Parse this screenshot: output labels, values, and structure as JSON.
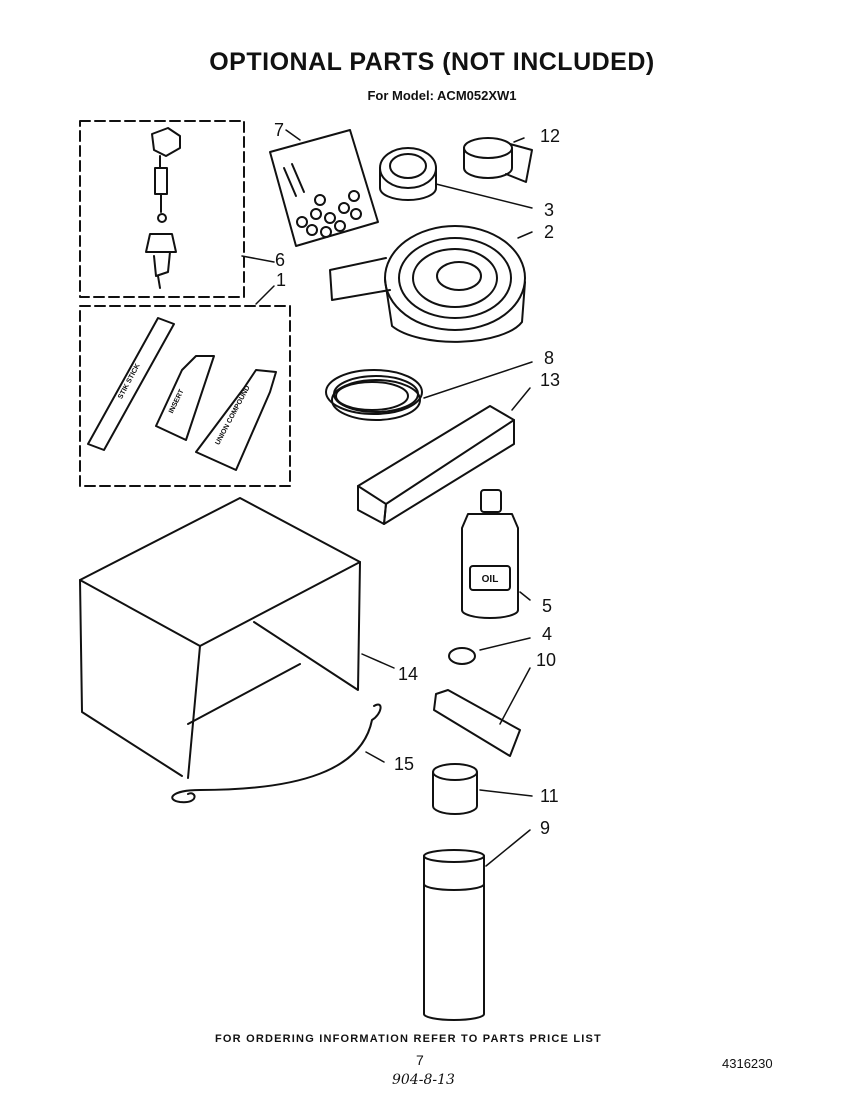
{
  "header": {
    "title": "OPTIONAL PARTS (NOT INCLUDED)",
    "model": "For Model: ACM052XW1"
  },
  "callouts": [
    "1",
    "2",
    "3",
    "4",
    "5",
    "6",
    "7",
    "8",
    "9",
    "10",
    "11",
    "12",
    "13",
    "14",
    "15"
  ],
  "product_labels": {
    "oil": "OIL",
    "stik": "STIK STICK",
    "tube_a": "INSERT",
    "tube_b": "UNION COMPOUND"
  },
  "footer": {
    "ordering": "FOR ORDERING INFORMATION REFER TO PARTS PRICE LIST",
    "page": "7",
    "doc_number": "4316230",
    "handwritten": "904-8-13"
  }
}
